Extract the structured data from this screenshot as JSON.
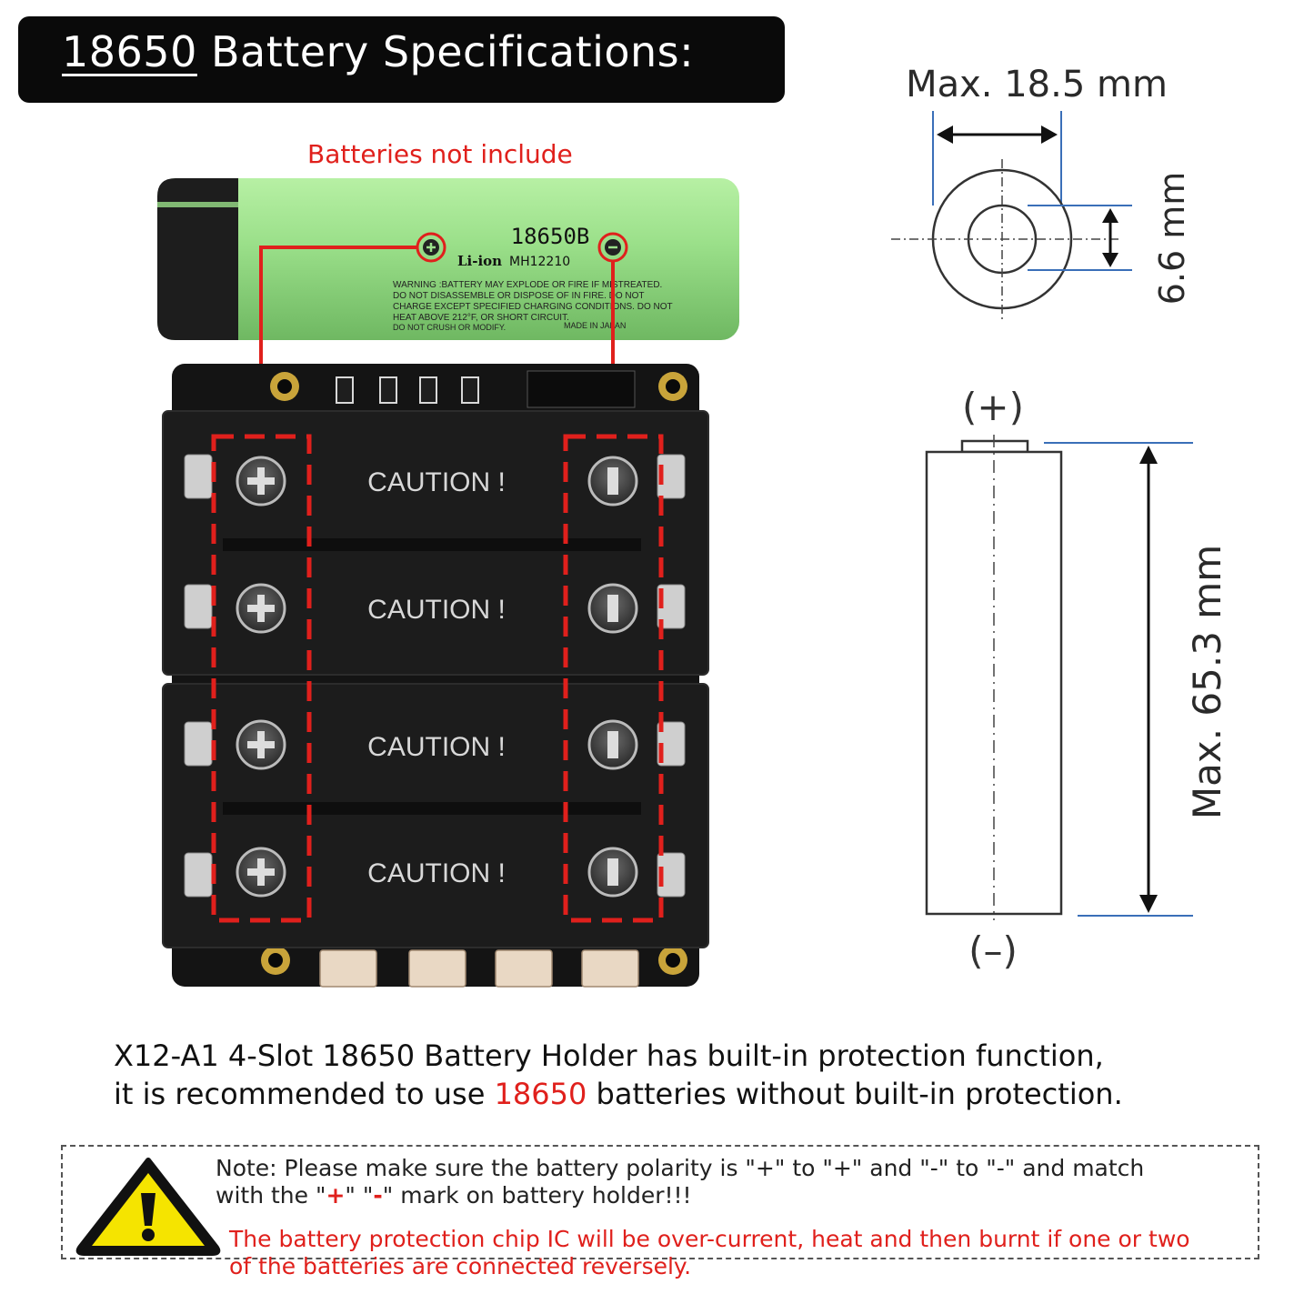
{
  "title": {
    "model": "18650",
    "text": " Battery Specifications:"
  },
  "battery_note": "Batteries not include",
  "battery_label": {
    "model": "18650B",
    "chem": "Li-ion",
    "code": "MH12210",
    "warning_lines": [
      "WARNING :BATTERY MAY EXPLODE OR FIRE IF MISTREATED.",
      "DO NOT DISASSEMBLE OR DISPOSE OF IN FIRE. DO NOT",
      "CHARGE EXCEPT SPECIFIED CHARGING CONDITIONS. DO NOT",
      "HEAT ABOVE 212°F, OR SHORT CIRCUIT.",
      "DO NOT CRUSH OR MODIFY."
    ],
    "origin": "MADE IN JAPAN"
  },
  "slot_label": "CAUTION !",
  "dimensions": {
    "diameter": "Max. 18.5 mm",
    "terminal": "6.6 mm",
    "length": "Max. 65.3 mm",
    "positive": "(+)",
    "negative": "(–)"
  },
  "description": {
    "line1": "X12-A1 4-Slot 18650 Battery Holder has built-in protection function,",
    "line2_pre": "it is recommended to use ",
    "line2_red": "18650",
    "line2_post": " batteries without built-in protection."
  },
  "note": {
    "pre": "Note: Please make sure the battery polarity is \"+\" to \"+\" and \"-\" to \"-\" and match",
    "line2_pre": "with the \"",
    "plus": "+",
    "mid": "\" \"",
    "minus": "-",
    "line2_post": "\" mark on battery holder!!!"
  },
  "warning": {
    "line1": "The battery protection chip IC will be over-current, heat and then burnt if one or two",
    "line2": "of the batteries are connected reversely."
  },
  "colors": {
    "accent_red": "#e0201c",
    "battery_green": "#9be08a",
    "dim_blue": "#3a6fb8",
    "board": "#141414"
  }
}
